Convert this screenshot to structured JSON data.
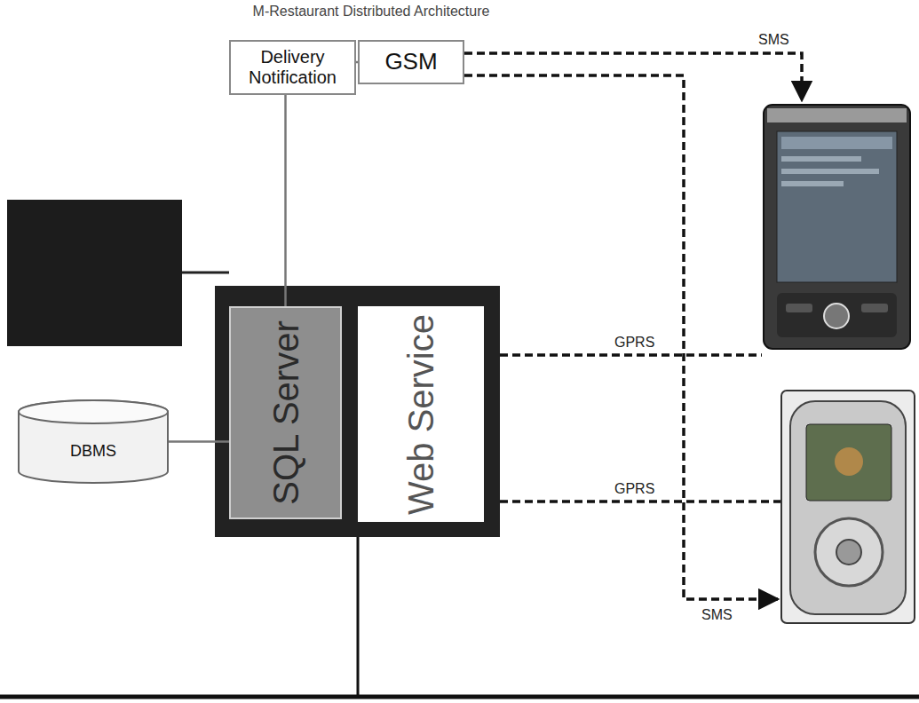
{
  "diagram": {
    "title": "M-Restaurant Distributed Architecture",
    "nodes": [
      {
        "text": [
          "Delivery Notification"
        ]
      },
      {
        "text": [
          "GSM"
        ]
      },
      {
        "text": [
          "DBMS"
        ]
      },
      {
        "text": [
          "SQL Server"
        ]
      },
      {
        "text": [
          "Web Service"
        ]
      }
    ],
    "edges": [
      {
        "from": 0,
        "to": 1,
        "arrow": "none"
      },
      {
        "from": 0,
        "to": 3,
        "arrow": "none"
      },
      {
        "from": 2,
        "to": 3,
        "arrow": "none"
      }
    ],
    "labels": [
      "SMS",
      "GPRS",
      "GPRS",
      "SMS"
    ]
  }
}
